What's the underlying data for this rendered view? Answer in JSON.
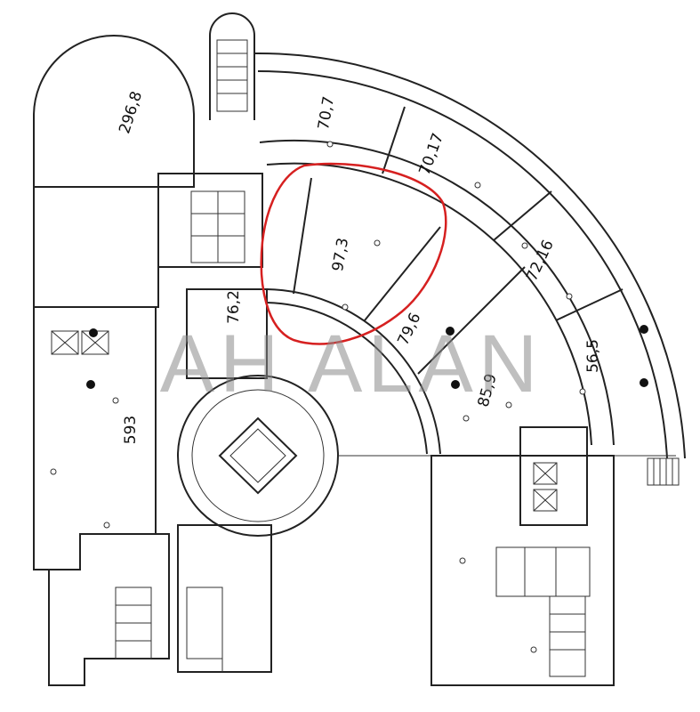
{
  "plan": {
    "rooms": [
      {
        "id": "north-dome",
        "area": "296,8"
      },
      {
        "id": "west-long",
        "area": "593"
      },
      {
        "id": "west-mid",
        "area": "76,2"
      },
      {
        "id": "arc-1",
        "area": "70,7"
      },
      {
        "id": "arc-2",
        "area": "70,17"
      },
      {
        "id": "arc-3",
        "area": "72,16"
      },
      {
        "id": "arc-4",
        "area": "56,5"
      },
      {
        "id": "inner-1",
        "area": "97,3"
      },
      {
        "id": "inner-2",
        "area": "79,6"
      },
      {
        "id": "inner-3",
        "area": "85,9"
      }
    ],
    "highlight_color": "#d62020",
    "watermark": "AH ALAN"
  }
}
